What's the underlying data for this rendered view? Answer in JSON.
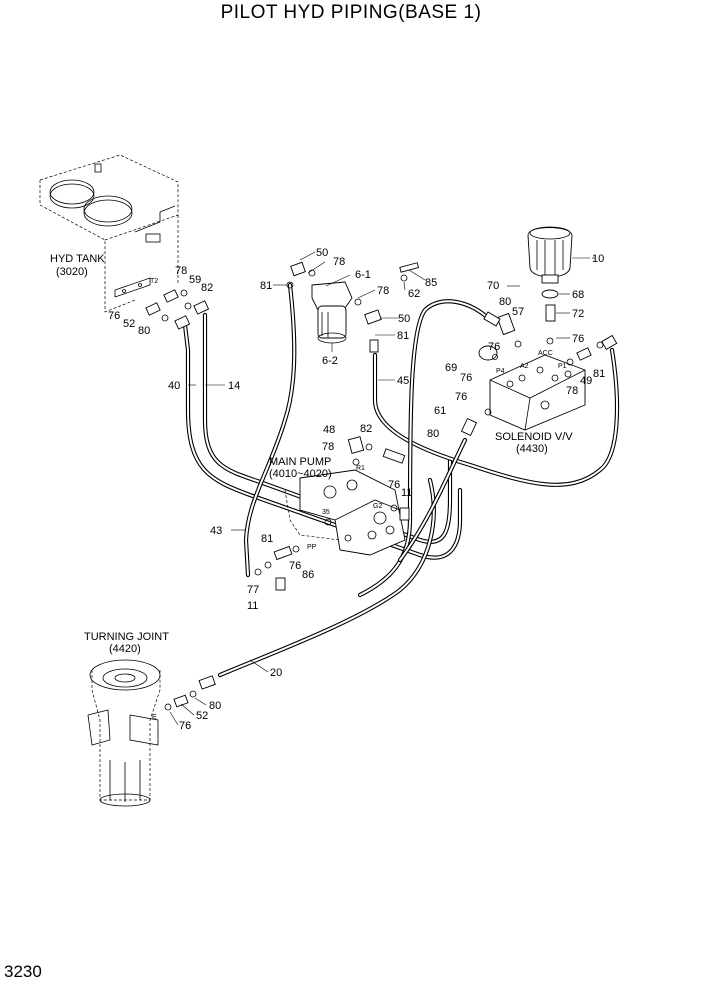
{
  "title": "PILOT HYD PIPING(BASE 1)",
  "page_number": "3230",
  "assemblies": {
    "hyd_tank": {
      "name": "HYD TANK",
      "ref": "(3020)"
    },
    "main_pump": {
      "name": "MAIN PUMP",
      "ref": "(4010~4020)"
    },
    "solenoid": {
      "name": "SOLENOID V/V",
      "ref": "(4430)"
    },
    "turning_joint": {
      "name": "TURNING JOINT",
      "ref": "(4420)"
    }
  },
  "callouts": {
    "p10": "10",
    "p68": "68",
    "p72": "72",
    "p76a": "76",
    "p70": "70",
    "p80a": "80",
    "p57": "57",
    "p85": "85",
    "p62": "62",
    "p78a": "78",
    "p61a": "6-1",
    "p78b": "78",
    "p50a": "50",
    "p81a": "81",
    "p50b": "50",
    "p81b": "81",
    "p62b": "6-2",
    "p45": "45",
    "p78c": "78",
    "p59": "59",
    "p82a": "82",
    "p76b": "76",
    "p52a": "52",
    "p80b": "80",
    "p40": "40",
    "p14": "14",
    "p76c": "76",
    "p69": "69",
    "p76d": "76",
    "p76e": "76",
    "p61b": "61",
    "p80c": "80",
    "p78d": "78",
    "p49": "49",
    "p81c": "81",
    "p48": "48",
    "p82b": "82",
    "p78e": "78",
    "p76f": "76",
    "p11a": "11",
    "p43": "43",
    "p81d": "81",
    "p76g": "76",
    "p86": "86",
    "p77": "77",
    "p11b": "11",
    "p20": "20",
    "p80d": "80",
    "p52b": "52",
    "p76h": "76"
  },
  "port_marks": {
    "acc": "ACC",
    "a2": "A2",
    "p4": "P4",
    "p1": "P1",
    "r1": "R1",
    "pp": "PP",
    "g2": "G2",
    "g35": "35",
    "t2": "T2",
    "e": "E"
  }
}
